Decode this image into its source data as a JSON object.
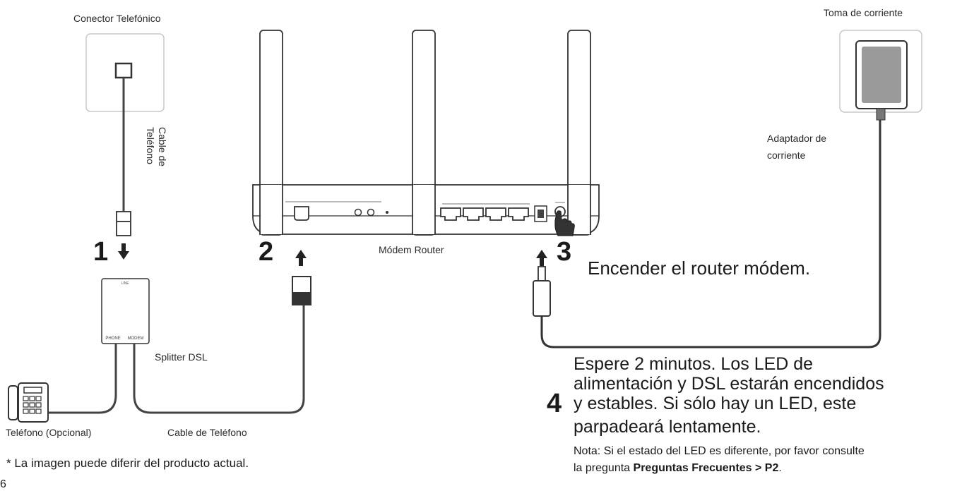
{
  "labels": {
    "phone_jack": "Conector Telefónico",
    "power_outlet": "Toma de corriente",
    "phone_cable_vertical": [
      "Cable de",
      "Teléfono"
    ],
    "power_adapter": [
      "Adaptador de",
      "corriente"
    ],
    "modem_router": "Módem Router",
    "splitter": "Splitter DSL",
    "telephone": "Teléfono (Opcional)",
    "phone_cable_bottom": "Cable de Teléfono"
  },
  "steps": {
    "one": "1",
    "two": "2",
    "three": "3",
    "three_text": "Encender el router módem.",
    "four": "4",
    "four_lines": [
      "Espere 2 minutos. Los LED de",
      "alimentación y DSL estarán encendidos",
      "y estables. Si sólo hay un LED, este",
      "parpadeará lentamente."
    ]
  },
  "note": {
    "line1": "Nota: Si el estado del LED es diferente, por favor consulte",
    "line2_prefix": "la pregunta ",
    "line2_bold": "Preguntas Frecuentes > P2",
    "line2_suffix": "."
  },
  "splitter_ports": {
    "top": "LINE",
    "phone": "PHONE",
    "modem": "MODEM"
  },
  "footnote": "* La imagen puede diferir del producto actual.",
  "page_number": "6",
  "colors": {
    "line": "#333333",
    "panel_stroke": "#c8c8c8",
    "device_fill": "#ffffff"
  }
}
